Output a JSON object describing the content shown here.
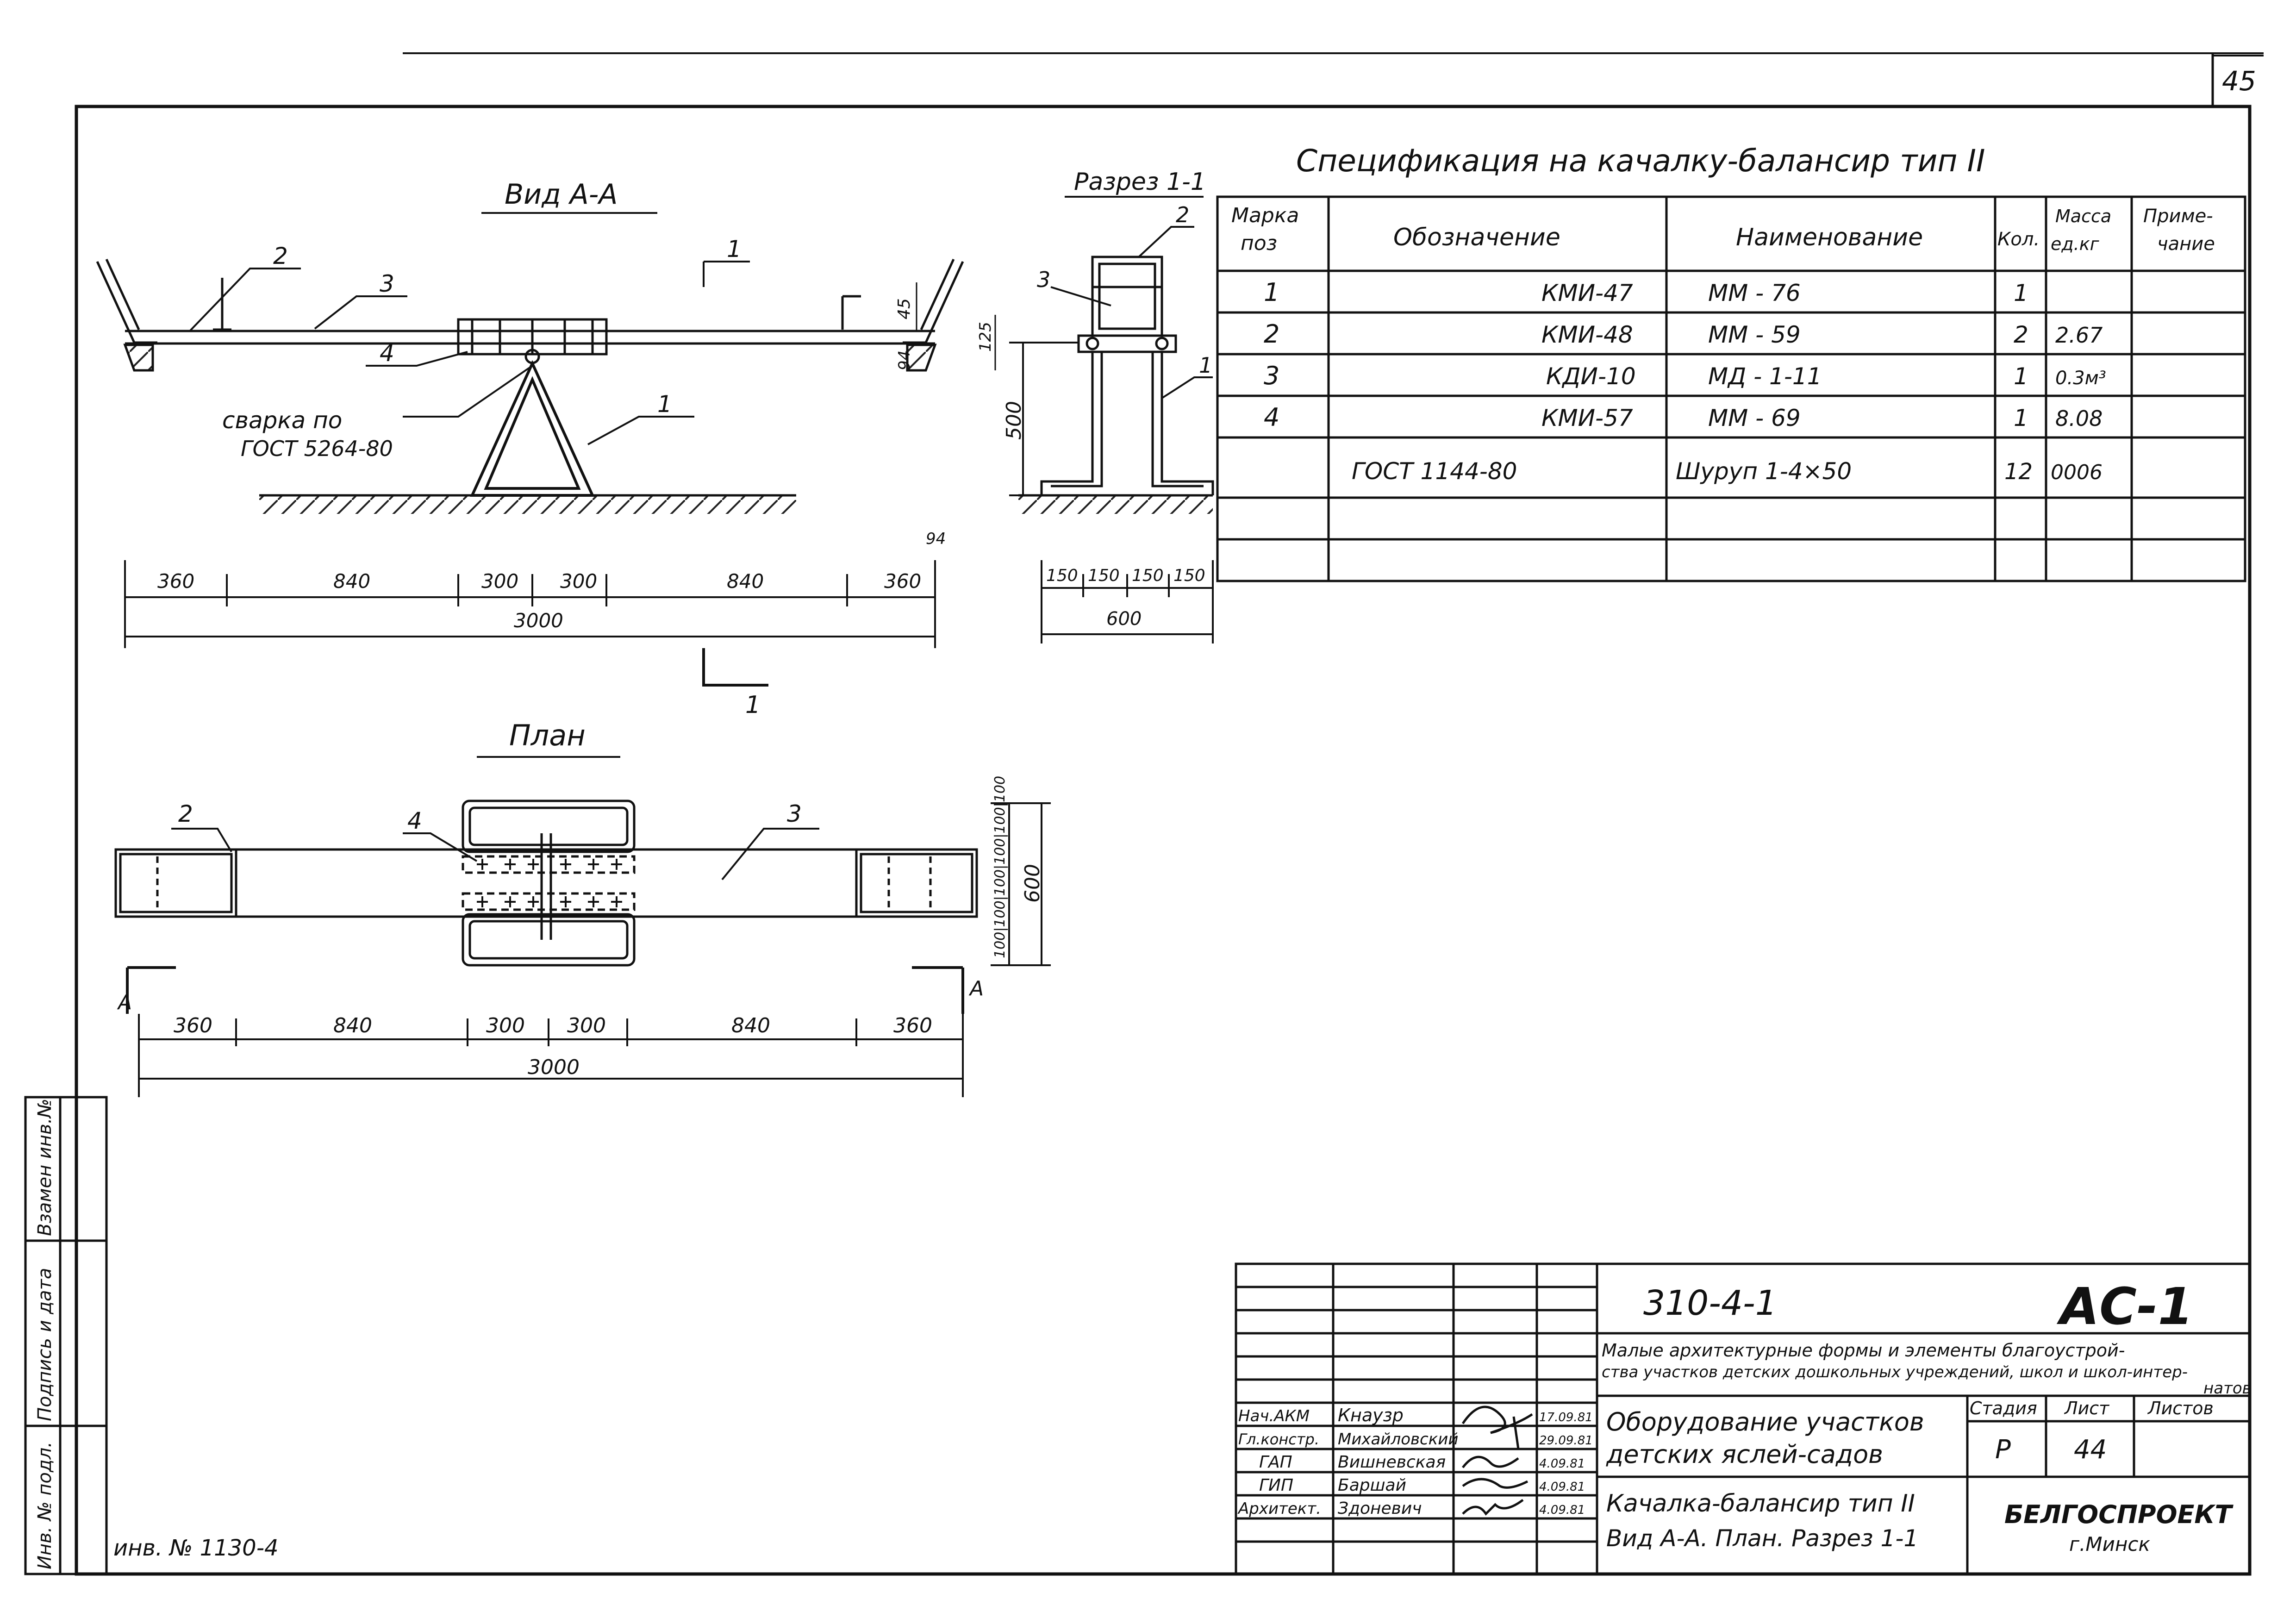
{
  "sheet_number": "45",
  "view_aa": {
    "title": "Вид А-А",
    "weld_note_1": "сварка по",
    "weld_note_2": "ГОСТ 5264-80",
    "dims": [
      "360",
      "840",
      "300",
      "300",
      "840",
      "360"
    ],
    "total": "3000",
    "dim_45": "45",
    "dim_125": "125",
    "dim_94": "94",
    "dim_94b": "94",
    "pos": [
      "1",
      "2",
      "3",
      "4"
    ],
    "section_mark": "1"
  },
  "section_11": {
    "title": "Разрез 1-1",
    "height": "500",
    "dims": [
      "150",
      "150",
      "150",
      "150"
    ],
    "total": "600",
    "pos": [
      "1",
      "2",
      "3"
    ]
  },
  "plan": {
    "title": "План",
    "dims": [
      "360",
      "840",
      "300",
      "300",
      "840",
      "360"
    ],
    "total": "3000",
    "side_dims": [
      "100",
      "100",
      "100",
      "100",
      "100",
      "100"
    ],
    "side_total": "600",
    "pos": [
      "2",
      "3",
      "4"
    ],
    "cut_mark": "А"
  },
  "spec": {
    "title": "Спецификация на качалку-балансир тип II",
    "headers": [
      "Марка поз",
      "Обозначение",
      "Наименование",
      "Кол.",
      "Масса ед.кг",
      "Приме-чание"
    ],
    "rows": [
      [
        "1",
        "КМИ-47",
        "ММ - 76",
        "1",
        "",
        ""
      ],
      [
        "2",
        "КМИ-48",
        "ММ - 59",
        "2",
        "2.67",
        ""
      ],
      [
        "3",
        "КДИ-10",
        "МД - 1-11",
        "1",
        "0.3м³",
        ""
      ],
      [
        "4",
        "КМИ-57",
        "ММ - 69",
        "1",
        "8.08",
        ""
      ],
      [
        "",
        "ГОСТ 1144-80",
        "Шуруп 1-4×50",
        "12",
        "0006",
        ""
      ],
      [
        "",
        "",
        "",
        "",
        "",
        ""
      ],
      [
        "",
        "",
        "",
        "",
        "",
        ""
      ]
    ]
  },
  "side_stamp": [
    "Взамен инв.№",
    "Подпись и дата",
    "Инв. № подл."
  ],
  "inventory": "инв. № 1130-4",
  "title_block": {
    "doc_code": "310-4-1",
    "sheet_code": "АС-1",
    "subject_line1": "Малые архитектурные формы и элементы благоустрой-",
    "subject_line2": "ства участков детских дошкольных учреждений, школ и школ-интер-",
    "subject_line3": "натов",
    "object_line1": "Оборудование участков",
    "object_line2": "детских яслей-садов",
    "drawing_line1": "Качалка-балансир тип II",
    "drawing_line2": "Вид А-А. План. Разрез 1-1",
    "stage_label": "Стадия",
    "sheet_label": "Лист",
    "sheets_label": "Листов",
    "stage": "Р",
    "sheet": "44",
    "org": "БЕЛГОСПРОЕКТ",
    "city": "г.Минск",
    "people": [
      {
        "role": "Нач.АКМ",
        "name": "Кнаузр",
        "date": "17.09.81"
      },
      {
        "role": "Гл.констр.",
        "name": "Михайловский",
        "date": "29.09.81"
      },
      {
        "role": "ГАП",
        "name": "Вишневская",
        "date": "4.09.81"
      },
      {
        "role": "ГИП",
        "name": "Баршай",
        "date": "4.09.81"
      },
      {
        "role": "Архитект.",
        "name": "Здоневич",
        "date": "4.09.81"
      }
    ]
  }
}
